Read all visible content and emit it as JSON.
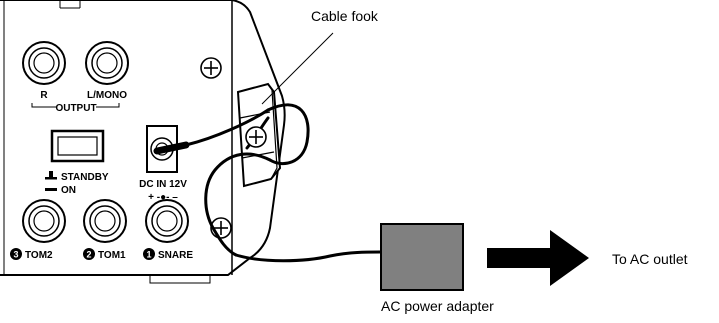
{
  "callouts": {
    "cable_hook": "Cable fook",
    "ac_outlet": "To AC outlet",
    "ac_adapter": "AC power adapter"
  },
  "panel": {
    "out_r": "R",
    "out_lmono": "L/MONO",
    "output": "OUTPUT",
    "standby": "STANDBY",
    "on": "ON",
    "dc_in": "DC IN 12V",
    "polarity": "+ -●- –",
    "tom2": "TOM2",
    "tom1": "TOM1",
    "snare": "SNARE",
    "num3": "3",
    "num2": "2",
    "num1": "1"
  },
  "colors": {
    "adapter_fill": "#808080",
    "ink": "#000000",
    "panel_bg": "#ffffff"
  }
}
